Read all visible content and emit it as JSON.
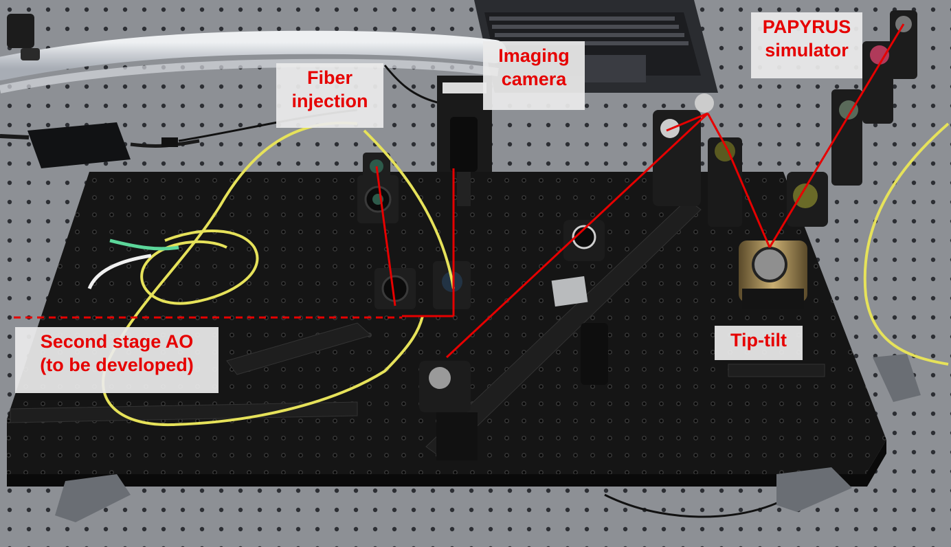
{
  "labels": {
    "fiber_injection": {
      "line1": "Fiber",
      "line2": "injection"
    },
    "imaging_camera": {
      "line1": "Imaging",
      "line2": "camera"
    },
    "papyrus_simulator": {
      "line1": "PAPYRUS",
      "line2": "simulator"
    },
    "second_stage_ao": {
      "line1": "Second stage AO",
      "line2": "(to be developed)"
    },
    "tip_tilt": {
      "line1": "Tip-tilt"
    }
  },
  "colors": {
    "beam_path": "#e60000",
    "label_text": "#e60000",
    "label_background": "#ebebeb",
    "table_surface": "#151515",
    "background_table": "#8d9095",
    "fiber": "#e6e25a"
  },
  "scene_description_items": [
    "optical-breadboard",
    "laptop",
    "power-adapter",
    "camera",
    "yellow-optical-fiber",
    "mounted-lenses",
    "mirrors",
    "posts-and-clamps"
  ]
}
